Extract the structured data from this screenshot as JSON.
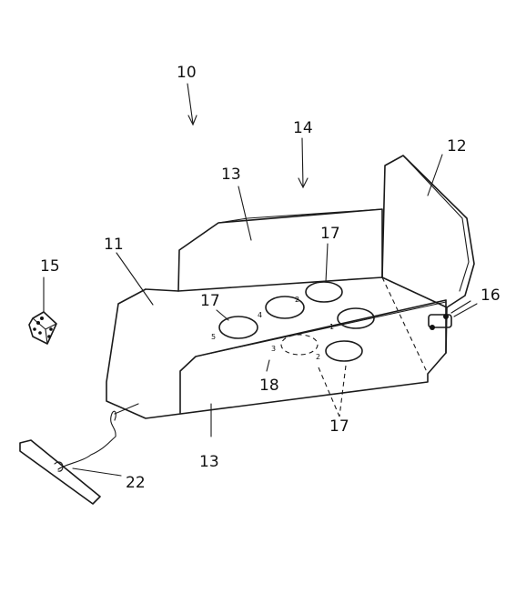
{
  "labels": {
    "assembly": "10",
    "base": "11",
    "side_panel": "12",
    "side_wall_top": "13",
    "side_wall_front": "13",
    "opening_arrow": "14",
    "die": "15",
    "hinge": "16",
    "hole_top": "17",
    "hole_left": "17",
    "holes_front": "17",
    "hole_dashed": "18",
    "handle_cord": "22"
  },
  "hole_numbers": {
    "h1": "1",
    "h2": "2",
    "h3": "3",
    "h4": "4",
    "h5": "5",
    "h6": "2"
  }
}
